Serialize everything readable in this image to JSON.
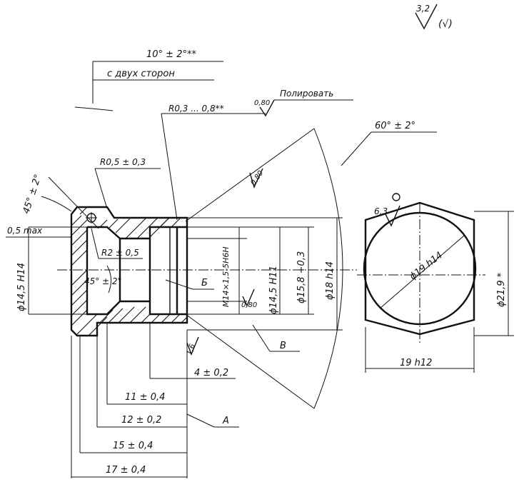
{
  "drawing": {
    "roughness_general_value": "3,2",
    "roughness_general_paren": "(√)",
    "angle_chamfer_top": "10° ± 2°**",
    "both_sides_note": "с двух сторон",
    "fillet_radius_note": "R0,3 ... 0,8**",
    "fillet_roughness": "0,80",
    "polish_note": "Полировать",
    "cone_angle": "60° ± 2°",
    "chamfer_radius": "R0,5 ± 0,3",
    "chamfer_angle_left": "45° ± 2°",
    "inner_radius": "R2 ± 0,5",
    "inner_angle": "45° ± 2°",
    "bore_roughness": "0,80",
    "label_b_cyr": "Б",
    "label_v_cyr": "В",
    "label_a": "А",
    "thread_note": "M14×1,5-5H6H",
    "dia_14_5_h11": "ϕ14,5 H11",
    "bore_roughness_2": "0,80",
    "dia_15_8": "ϕ15,8 +0,3",
    "dia_18_h14": "ϕ18 h14",
    "dia_14_5_h14": "ϕ14,5 H14",
    "surface_1_6": "1,6",
    "dim_0_5max": "0,5 max",
    "dim_4": "4 ± 0,2",
    "dim_11": "11 ± 0,4",
    "dim_12": "12 ± 0,2",
    "dim_15": "15 ± 0,4",
    "dim_17": "17 ± 0,4",
    "hex_roughness": "6,3",
    "hex_dia_19": "ϕ19 h14",
    "hex_dia_21_9": "ϕ21,9 *",
    "hex_width": "19 h12"
  }
}
